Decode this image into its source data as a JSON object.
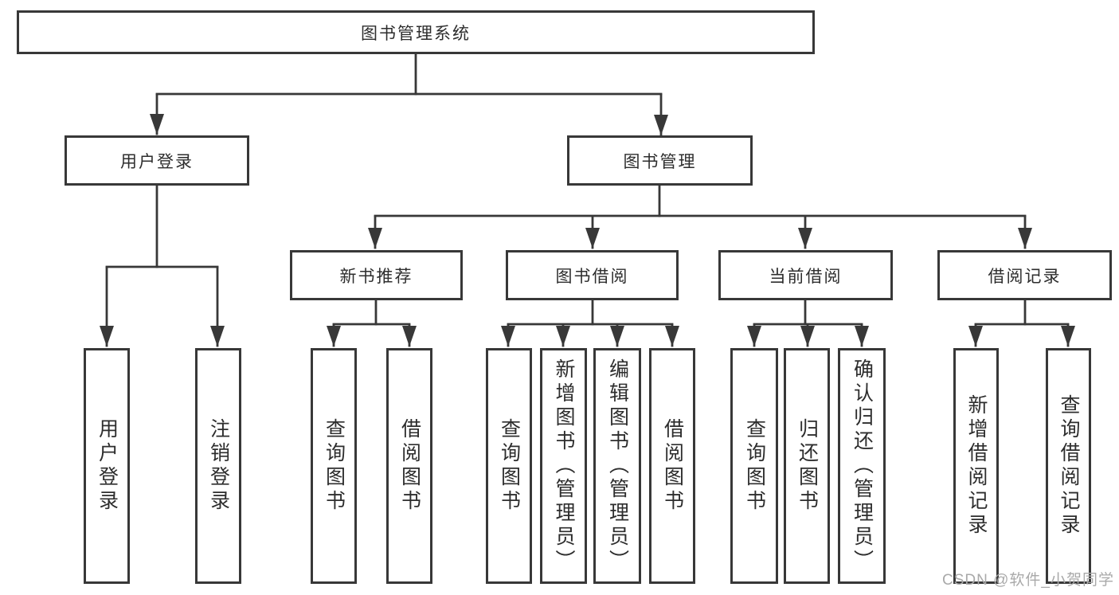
{
  "diagram": {
    "root": {
      "label": "图书管理系统",
      "children": [
        {
          "label": "用户登录",
          "children": [
            {
              "label": "用户登录"
            },
            {
              "label": "注销登录"
            }
          ]
        },
        {
          "label": "图书管理",
          "children": [
            {
              "label": "新书推荐",
              "children": [
                {
                  "label": "查询图书"
                },
                {
                  "label": "借阅图书"
                }
              ]
            },
            {
              "label": "图书借阅",
              "children": [
                {
                  "label": "查询图书"
                },
                {
                  "label": "新增图书（管理员）"
                },
                {
                  "label": "编辑图书（管理员）"
                },
                {
                  "label": "借阅图书"
                }
              ]
            },
            {
              "label": "当前借阅",
              "children": [
                {
                  "label": "查询图书"
                },
                {
                  "label": "归还图书"
                },
                {
                  "label": "确认归还（管理员）"
                }
              ]
            },
            {
              "label": "借阅记录",
              "children": [
                {
                  "label": "新增借阅记录"
                },
                {
                  "label": "查询借阅记录"
                }
              ]
            }
          ]
        }
      ]
    }
  },
  "watermark": {
    "text": "CSDN @软件_小贺同学"
  },
  "colors": {
    "line": "#383838",
    "text": "#2d2d2d",
    "box_background": "#ffffff",
    "watermark": "#a9a9a9",
    "background": "#ffffff"
  }
}
